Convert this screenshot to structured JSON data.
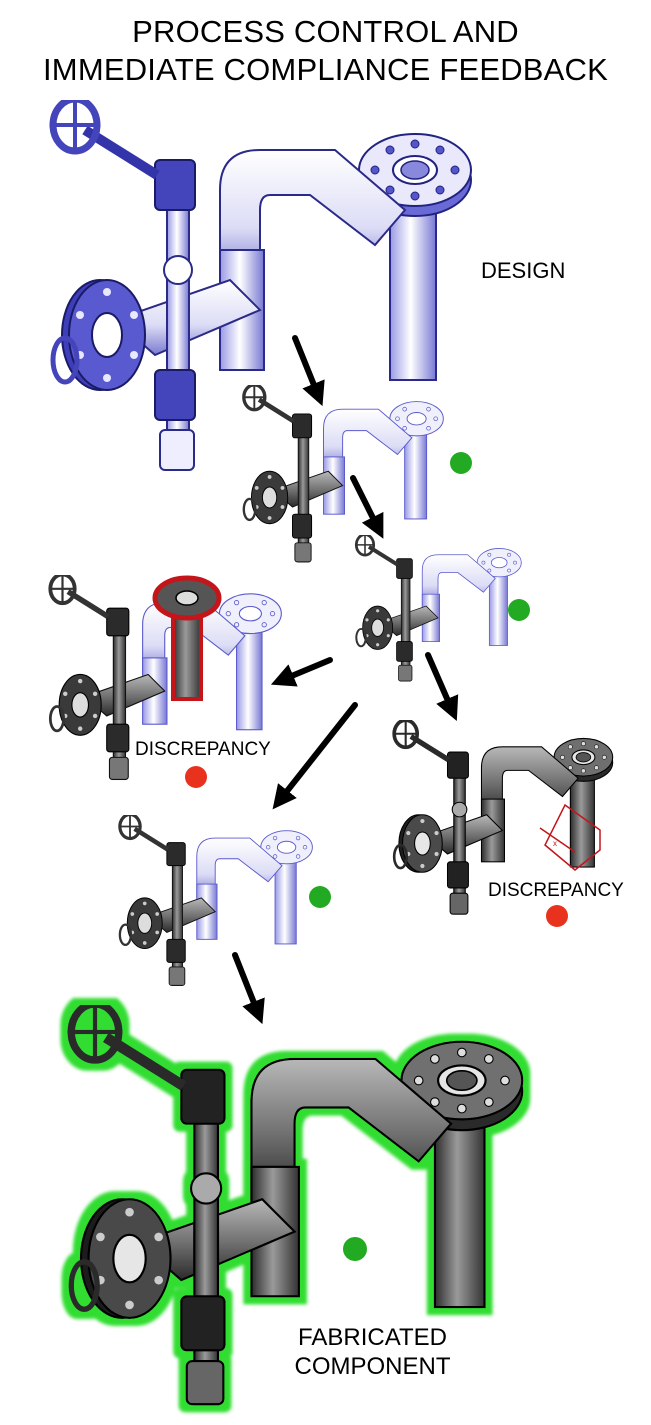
{
  "title": {
    "line1": "PROCESS CONTROL AND",
    "line2": "IMMEDIATE COMPLIANCE FEEDBACK"
  },
  "labels": {
    "design": "DESIGN",
    "discrepancy_left": "DISCREPANCY",
    "discrepancy_right": "DISCREPANCY",
    "fabricated_line1": "FABRICATED",
    "fabricated_line2": "COMPONENT"
  },
  "colors": {
    "design_blue": "#4b4bc8",
    "design_light": "#e8e8fb",
    "steel_dark": "#3a3a3a",
    "steel_mid": "#8a8a8a",
    "ok_green": "#22aa22",
    "error_red": "#e8321e",
    "glow_green": "#33dd33",
    "outline_red": "#c4151b"
  },
  "status_dots": [
    {
      "name": "status-dot-stage-1",
      "state": "ok"
    },
    {
      "name": "status-dot-stage-2",
      "state": "ok"
    },
    {
      "name": "status-dot-discrepancy-left",
      "state": "error"
    },
    {
      "name": "status-dot-discrepancy-right",
      "state": "error"
    },
    {
      "name": "status-dot-stage-3",
      "state": "ok"
    },
    {
      "name": "status-dot-fabricated",
      "state": "ok"
    }
  ]
}
